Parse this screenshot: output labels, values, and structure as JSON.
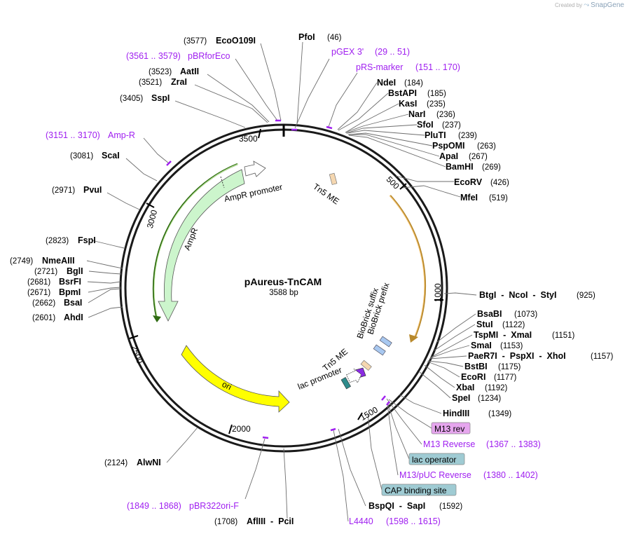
{
  "brand": {
    "created_by": "Created by",
    "product": "SnapGene"
  },
  "plasmid": {
    "name": "pAureus-TnCAM",
    "length": "3588 bp"
  },
  "ticks": [
    "500",
    "1000",
    "1500",
    "2000",
    "2500",
    "3000",
    "3500"
  ],
  "enzymes": [
    {
      "name": "EcoO109I",
      "pos": "(3577)"
    },
    {
      "name": "PfoI",
      "pos": "(46)"
    },
    {
      "name": "AatII",
      "pos": "(3523)"
    },
    {
      "name": "ZraI",
      "pos": "(3521)"
    },
    {
      "name": "SspI",
      "pos": "(3405)"
    },
    {
      "name": "NdeI",
      "pos": "(184)"
    },
    {
      "name": "BstAPI",
      "pos": "(185)"
    },
    {
      "name": "KasI",
      "pos": "(235)"
    },
    {
      "name": "NarI",
      "pos": "(236)"
    },
    {
      "name": "SfoI",
      "pos": "(237)"
    },
    {
      "name": "PluTI",
      "pos": "(239)"
    },
    {
      "name": "PspOMI",
      "pos": "(263)"
    },
    {
      "name": "ApaI",
      "pos": "(267)"
    },
    {
      "name": "BamHI",
      "pos": "(269)"
    },
    {
      "name": "EcoRV",
      "pos": "(426)"
    },
    {
      "name": "MfeI",
      "pos": "(519)"
    },
    {
      "name": "ScaI",
      "pos": "(3081)"
    },
    {
      "name": "PvuI",
      "pos": "(2971)"
    },
    {
      "name": "FspI",
      "pos": "(2823)"
    },
    {
      "name": "NmeAIII",
      "pos": "(2749)"
    },
    {
      "name": "BglI",
      "pos": "(2721)"
    },
    {
      "name": "BsrFI",
      "pos": "(2681)"
    },
    {
      "name": "BpmI",
      "pos": "(2671)"
    },
    {
      "name": "BsaI",
      "pos": "(2662)"
    },
    {
      "name": "AhdI",
      "pos": "(2601)"
    },
    {
      "name": "BtgI  -  NcoI  -  StyI",
      "pos": "(925)"
    },
    {
      "name": "BsaBI",
      "pos": "(1073)"
    },
    {
      "name": "StuI",
      "pos": "(1122)"
    },
    {
      "name": "TspMI  -  XmaI",
      "pos": "(1151)"
    },
    {
      "name": "SmaI",
      "pos": "(1153)"
    },
    {
      "name": "PaeR7I  -  PspXI  -  XhoI",
      "pos": "(1157)"
    },
    {
      "name": "BstBI",
      "pos": "(1175)"
    },
    {
      "name": "EcoRI",
      "pos": "(1177)"
    },
    {
      "name": "XbaI",
      "pos": "(1192)"
    },
    {
      "name": "SpeI",
      "pos": "(1234)"
    },
    {
      "name": "HindIII",
      "pos": "(1349)"
    },
    {
      "name": "AlwNI",
      "pos": "(2124)"
    },
    {
      "name": "AflIII  -  PciI",
      "pos": "(1708)"
    },
    {
      "name": "BspQI  -  SapI",
      "pos": "(1592)"
    }
  ],
  "primers": [
    {
      "name": "pBRforEco",
      "range": "(3561 .. 3579)"
    },
    {
      "name": "pGEX 3'",
      "range": "(29 .. 51)"
    },
    {
      "name": "pRS-marker",
      "range": "(151 .. 170)"
    },
    {
      "name": "Amp-R",
      "range": "(3151 .. 3170)"
    },
    {
      "name": "M13 Reverse",
      "range": "(1367 .. 1383)"
    },
    {
      "name": "M13/pUC Reverse",
      "range": "(1380 .. 1402)"
    },
    {
      "name": "pBR322ori-F",
      "range": "(1849 .. 1868)"
    },
    {
      "name": "L4440",
      "range": "(1598 .. 1615)"
    }
  ],
  "boxed_features": [
    {
      "name": "M13 rev",
      "color": "#e6a6ee"
    },
    {
      "name": "lac operator",
      "color": "#9fcbd3"
    },
    {
      "name": "CAP binding site",
      "color": "#9fcbd3"
    }
  ],
  "inner_features": [
    {
      "name": "AmpR promoter"
    },
    {
      "name": "AmpR"
    },
    {
      "name": "Tn5 ME"
    },
    {
      "name": "ori"
    },
    {
      "name": "BioBrick suffix"
    },
    {
      "name": "BioBrick prefix"
    },
    {
      "name": "Tn5 ME"
    },
    {
      "name": "lac promoter"
    }
  ],
  "colors": {
    "ampR": "#ccf5cc",
    "ori": "#ffff00",
    "orange_cds": "#f5c77a",
    "primer": "#a020f0",
    "biobrick": "#a8c8f0",
    "tn5": "#f5d7b0",
    "lac_promoter": "#ffffff",
    "teal_feature": "#2e8b8b"
  }
}
